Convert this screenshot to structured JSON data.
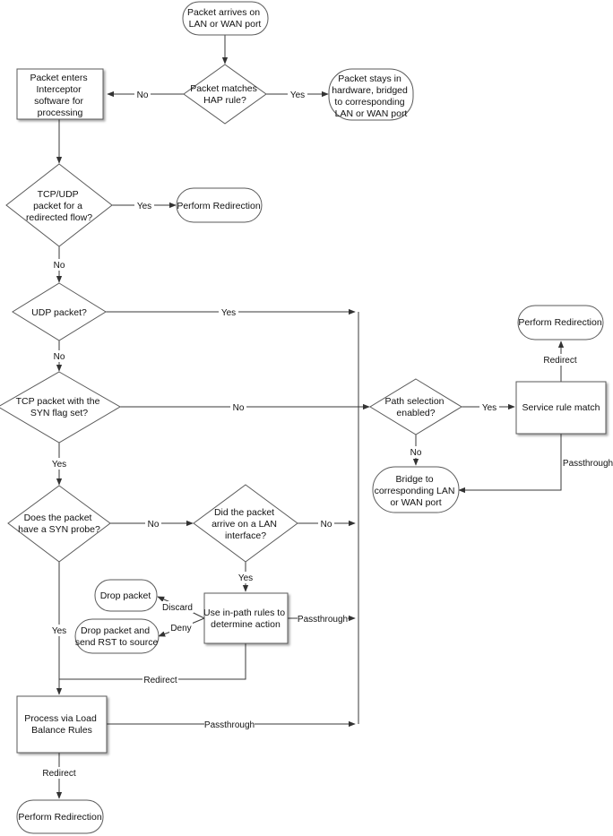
{
  "nodes": {
    "packet_arrives": [
      "Packet arrives on",
      "LAN or WAN port"
    ],
    "hap_rule": [
      "Packet matches",
      "HAP rule?"
    ],
    "stays_in_hardware": [
      "Packet stays in",
      "hardware, bridged",
      "to corresponding",
      "LAN or WAN port"
    ],
    "enters_interceptor": [
      "Packet enters",
      "Interceptor",
      "software for",
      "processing"
    ],
    "tcp_udp_redirected": [
      "TCP/UDP",
      "packet for a",
      "redirected flow?"
    ],
    "perform_redirection_1": [
      "Perform Redirection"
    ],
    "udp_packet": [
      "UDP packet?"
    ],
    "tcp_syn": [
      "TCP packet with the",
      "SYN flag set?"
    ],
    "syn_probe": [
      "Does the packet",
      "have a SYN probe?"
    ],
    "lan_interface": [
      "Did the packet",
      "arrive on a LAN",
      "interface?"
    ],
    "drop_packet": [
      "Drop packet"
    ],
    "drop_rst": [
      "Drop packet and",
      "send RST to source"
    ],
    "inpath_rules": [
      "Use in-path rules to",
      "determine action"
    ],
    "load_balance": [
      "Process via Load",
      "Balance Rules"
    ],
    "perform_redirection_2": [
      "Perform Redirection"
    ],
    "path_selection": [
      "Path selection",
      "enabled?"
    ],
    "service_rule": [
      "Service rule match"
    ],
    "perform_redirection_3": [
      "Perform Redirection"
    ],
    "bridge_lan_wan": [
      "Bridge to",
      "corresponding LAN",
      "or WAN port"
    ]
  },
  "edge_labels": {
    "hap_no": "No",
    "hap_yes": "Yes",
    "tcpudp_yes": "Yes",
    "tcpudp_no": "No",
    "udp_yes": "Yes",
    "udp_no": "No",
    "syn_no": "No",
    "syn_yes": "Yes",
    "probe_no": "No",
    "probe_yes": "Yes",
    "lan_no": "No",
    "lan_yes": "Yes",
    "discard": "Discard",
    "deny": "Deny",
    "inpath_passthrough": "Passthrough",
    "inpath_redirect": "Redirect",
    "lb_passthrough": "Passthrough",
    "lb_redirect": "Redirect",
    "path_yes": "Yes",
    "path_no": "No",
    "service_redirect": "Redirect",
    "service_passthrough": "Passthrough"
  }
}
